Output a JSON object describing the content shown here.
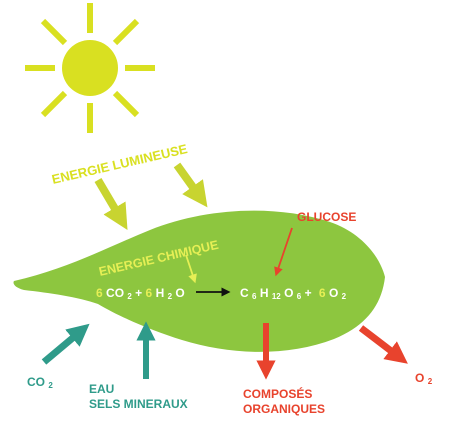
{
  "labels": {
    "light_energy": "ENERGIE LUMINEUSE",
    "chemical_energy": "ENERGIE CHIMIQUE",
    "glucose": "GLUCOSE",
    "co2_input": "CO",
    "co2_input_sub": "2",
    "water": "EAU",
    "minerals": "SELS MINERAUX",
    "organic_line1": "COMPOSÉS",
    "organic_line2": "ORGANIQUES",
    "o2_output": "O",
    "o2_output_sub": "2"
  },
  "equation": {
    "coef_co2": "6",
    "co2": "CO",
    "co2_sub": "2",
    "plus1": "+",
    "coef_h2o": "6",
    "h2o_h": "H",
    "h2o_sub": "2",
    "h2o_o": "O",
    "glucose_c": "C",
    "glucose_c_sub": "6",
    "glucose_h": "H",
    "glucose_h_sub": "12",
    "glucose_o": "O",
    "glucose_o_sub": "6",
    "plus2": "+",
    "coef_o2": "6",
    "o2": "O",
    "o2_sub": "2"
  },
  "colors": {
    "sun": "#d9e021",
    "leaf": "#8dc63f",
    "light_arrow": "#c8d430",
    "teal": "#2f9b8a",
    "red": "#e8432d",
    "equation_text": "#ffffff",
    "coefficient": "#e6ef55",
    "arrow_dark": "#111111"
  },
  "icons": {
    "sun": "sun-icon",
    "leaf": "leaf-icon"
  }
}
